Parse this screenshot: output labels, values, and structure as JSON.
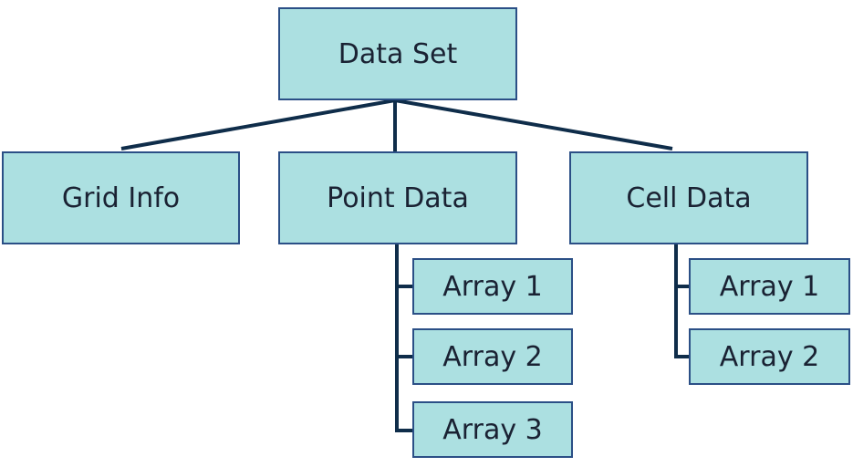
{
  "diagram": {
    "root": {
      "label": "Data Set"
    },
    "children": [
      {
        "label": "Grid Info"
      },
      {
        "label": "Point Data",
        "arrays": [
          "Array 1",
          "Array 2",
          "Array 3"
        ]
      },
      {
        "label": "Cell Data",
        "arrays": [
          "Array 1",
          "Array 2"
        ]
      }
    ]
  },
  "colors": {
    "box_fill": "#ace0e1",
    "box_border": "#2b4f86",
    "line": "#0f2d4a",
    "text": "#1a2233"
  }
}
